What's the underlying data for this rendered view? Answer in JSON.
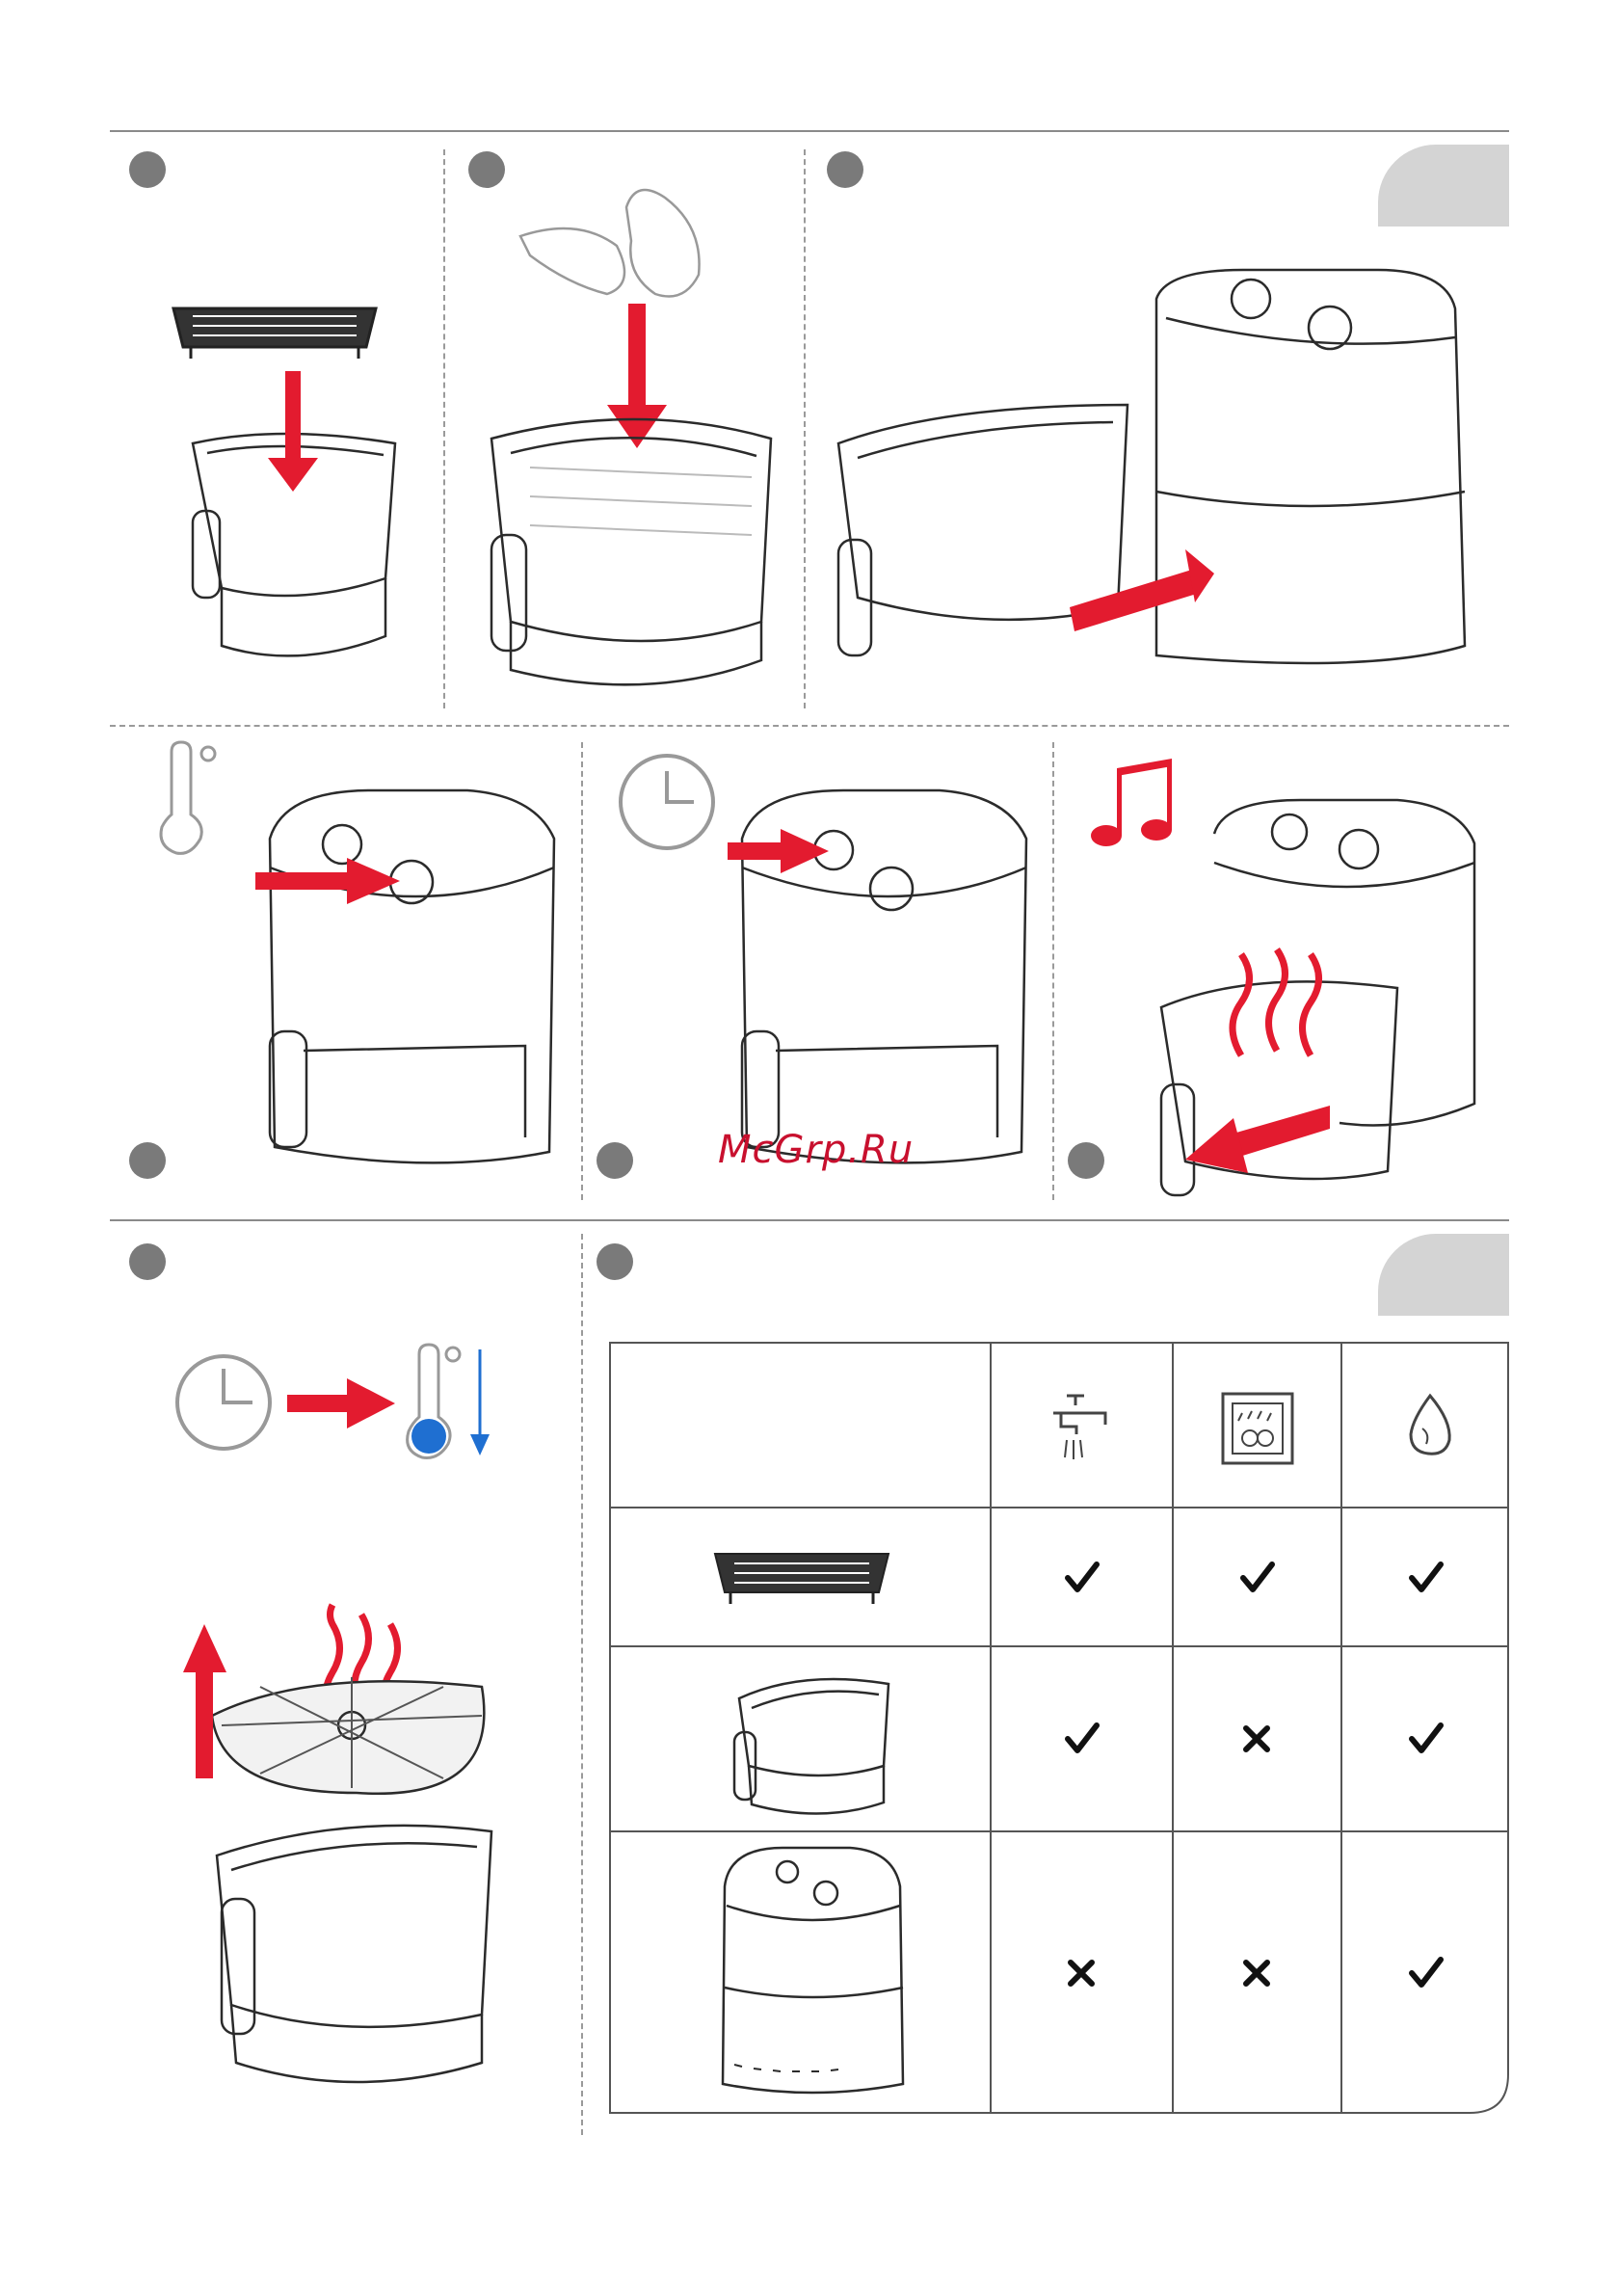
{
  "watermark": "McGrp.Ru",
  "colors": {
    "accent": "#e31b2f",
    "blue": "#1f6fd1",
    "step": "#7a7a7a",
    "tab": "#d4d4d4",
    "line": "#2b2b2b"
  },
  "table": {
    "header_icons": [
      "water-tap-icon",
      "dishwasher-icon",
      "soft-sponge-icon"
    ],
    "rows": [
      {
        "item": "grill-plate",
        "marks": [
          "check",
          "check",
          "check"
        ]
      },
      {
        "item": "basket",
        "marks": [
          "check",
          "cross",
          "check"
        ]
      },
      {
        "item": "appliance-body",
        "marks": [
          "cross",
          "cross",
          "check"
        ]
      }
    ]
  }
}
